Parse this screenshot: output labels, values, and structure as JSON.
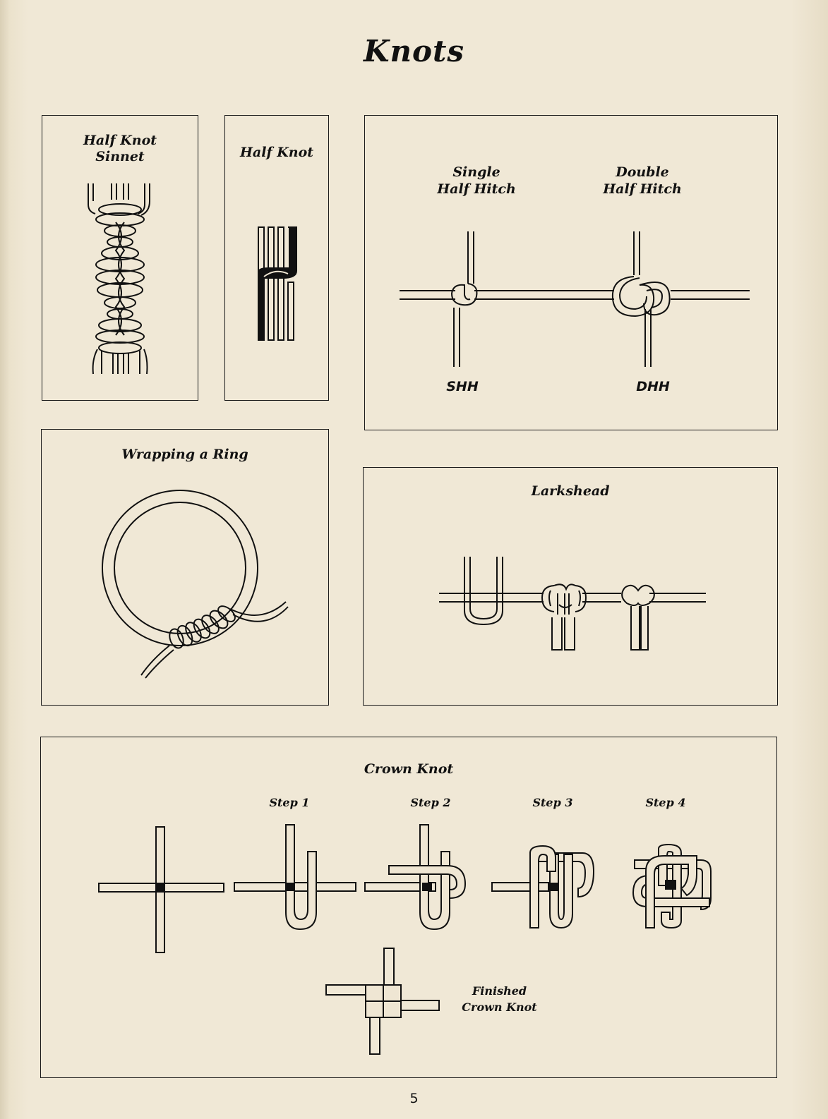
{
  "page": {
    "title": "Knots",
    "page_number": "5"
  },
  "panels": {
    "half_knot_sinnet": {
      "label_line1": "Half Knot",
      "label_line2": "Sinnet"
    },
    "half_knot": {
      "label": "Half Knot"
    },
    "half_hitch": {
      "single_line1": "Single",
      "single_line2": "Half Hitch",
      "double_line1": "Double",
      "double_line2": "Half Hitch",
      "single_code": "SHH",
      "double_code": "DHH"
    },
    "wrapping_ring": {
      "label": "Wrapping a Ring"
    },
    "larkshead": {
      "label": "Larkshead"
    },
    "crown_knot": {
      "label": "Crown Knot",
      "steps": [
        "Step 1",
        "Step 2",
        "Step 3",
        "Step 4"
      ],
      "finished_line1": "Finished",
      "finished_line2": "Crown Knot"
    }
  },
  "colors": {
    "paper": "#efe6d3",
    "ink": "#111111"
  }
}
